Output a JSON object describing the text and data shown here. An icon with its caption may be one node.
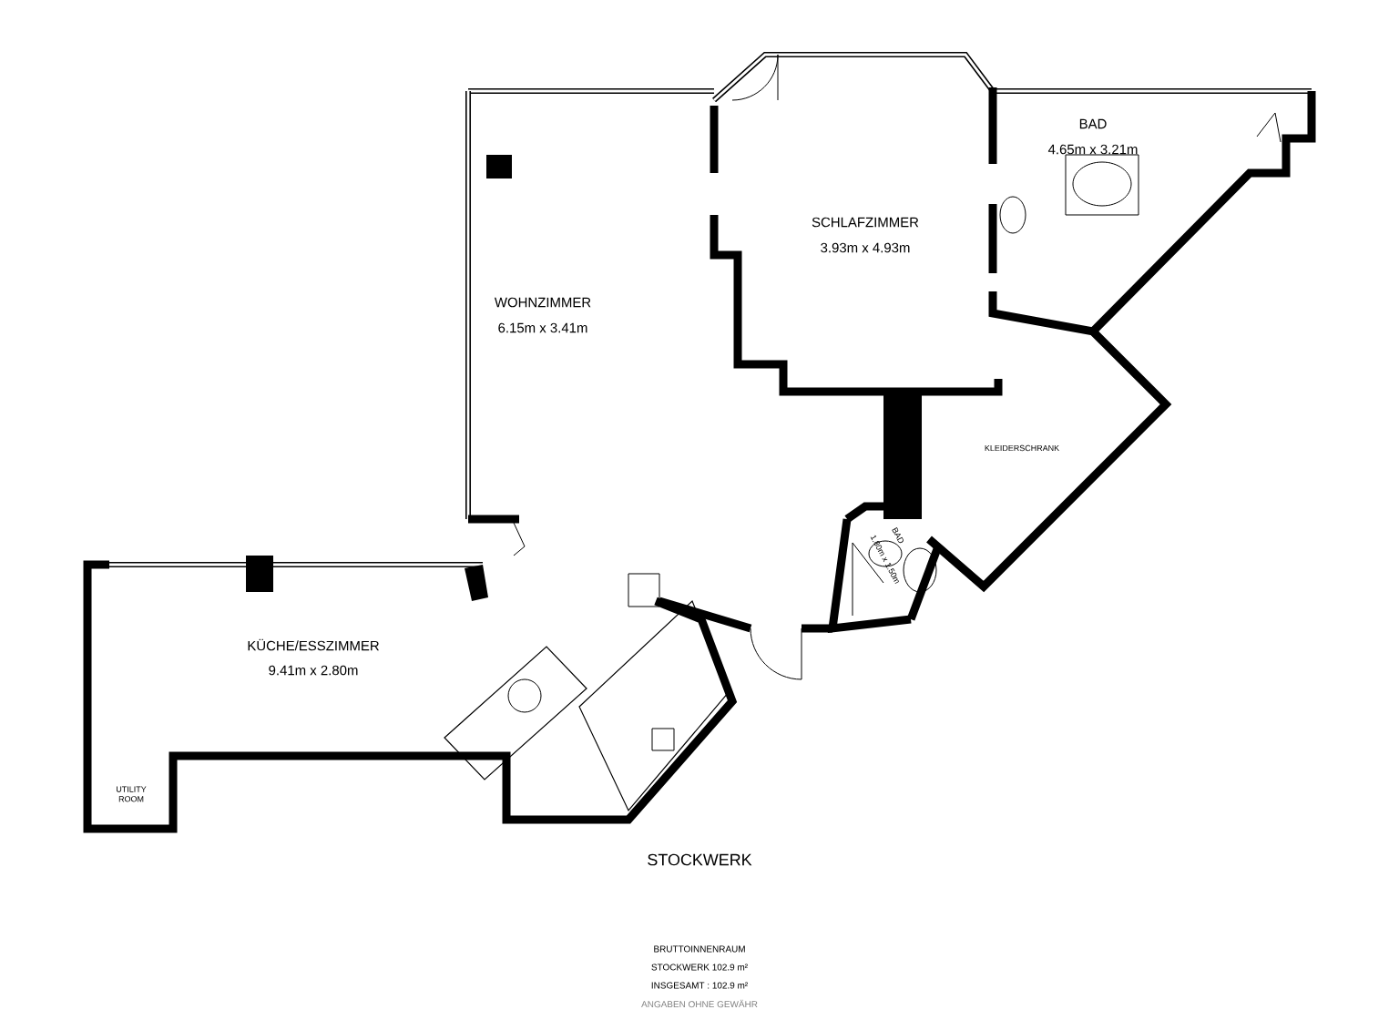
{
  "diagram": {
    "title": "STOCKWERK",
    "labels": [
      "BAD",
      "4.65m x 3.21m",
      "SCHLAFZIMMER",
      "3.93m x 4.93m",
      "WOHNZIMMER",
      "6.15m x 3.41m",
      "KLEIDERSCHRANK",
      "BAD",
      "1.80m x 1.50m",
      "KÜCHE/ESSZIMMER",
      "9.41m x 2.80m",
      "UTILITY ROOM",
      "BRUTTOINNENRAUM",
      "STOCKWERK 102.9 m²",
      "INSGESAMT : 102.9 m²",
      "ANGABEN OHNE GEWÄHR"
    ]
  }
}
